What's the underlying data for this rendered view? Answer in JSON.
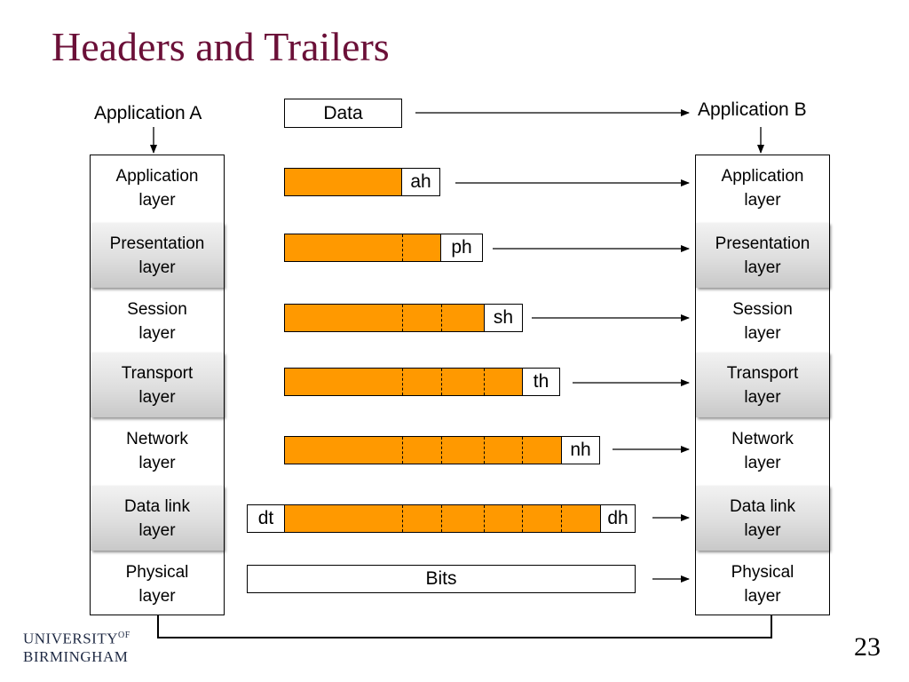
{
  "title": "Headers and Trailers",
  "left_app": "Application A",
  "right_app": "Application B",
  "data_label": "Data",
  "left_layers": [
    {
      "line1": "Application",
      "line2": "layer"
    },
    {
      "line1": "Presentation",
      "line2": "layer"
    },
    {
      "line1": "Session",
      "line2": "layer"
    },
    {
      "line1": "Transport",
      "line2": "layer"
    },
    {
      "line1": "Network",
      "line2": "layer"
    },
    {
      "line1": "Data link",
      "line2": "layer"
    },
    {
      "line1": "Physical",
      "line2": "layer"
    }
  ],
  "right_layers": [
    {
      "line1": "Application",
      "line2": "layer"
    },
    {
      "line1": "Presentation",
      "line2": "layer"
    },
    {
      "line1": "Session",
      "line2": "layer"
    },
    {
      "line1": "Transport",
      "line2": "layer"
    },
    {
      "line1": "Network",
      "line2": "layer"
    },
    {
      "line1": "Data link",
      "line2": "layer"
    },
    {
      "line1": "Physical",
      "line2": "layer"
    }
  ],
  "headers": [
    "ah",
    "ph",
    "sh",
    "th",
    "nh",
    "dh"
  ],
  "trailer": "dt",
  "bits_label": "Bits",
  "footer": {
    "university_line1": "UNIVERSITY",
    "university_of": "OF",
    "university_line2": "BIRMINGHAM",
    "page_number": "23"
  },
  "colors": {
    "title": "#6b1038",
    "payload": "#ff9900"
  }
}
